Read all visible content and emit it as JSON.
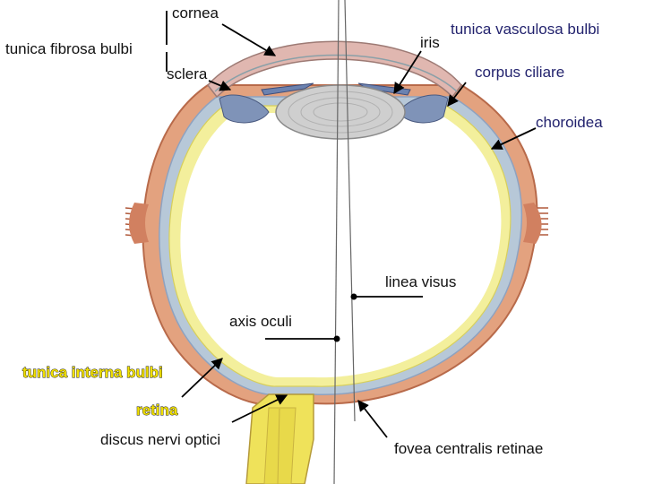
{
  "diagram": {
    "labels": {
      "cornea": "cornea",
      "tunica_fibrosa": "tunica fibrosa bulbi",
      "sclera": "sclera",
      "iris": "iris",
      "tunica_vasculosa": "tunica vasculosa bulbi",
      "corpus_ciliare": "corpus ciliare",
      "choroidea": "choroidea",
      "linea_visus": "linea visus",
      "axis_oculi": "axis oculi",
      "tunica_interna": "tunica interna bulbi",
      "retina": "retina",
      "discus_nervi_optici": "discus nervi optici",
      "fovea_centralis": "fovea centralis retinae"
    },
    "colors": {
      "sclera": "#e3a27f",
      "sclera_edge": "#b86a4a",
      "choroid": "#b7c8d8",
      "retina": "#f3ef9c",
      "lens": "#cfcfcf",
      "iris": "#7f93b8",
      "cornea": "#c8a0a0",
      "nerve": "#efe25a",
      "navy_label": "#23236e",
      "yellow_label": "#f1e000"
    }
  }
}
